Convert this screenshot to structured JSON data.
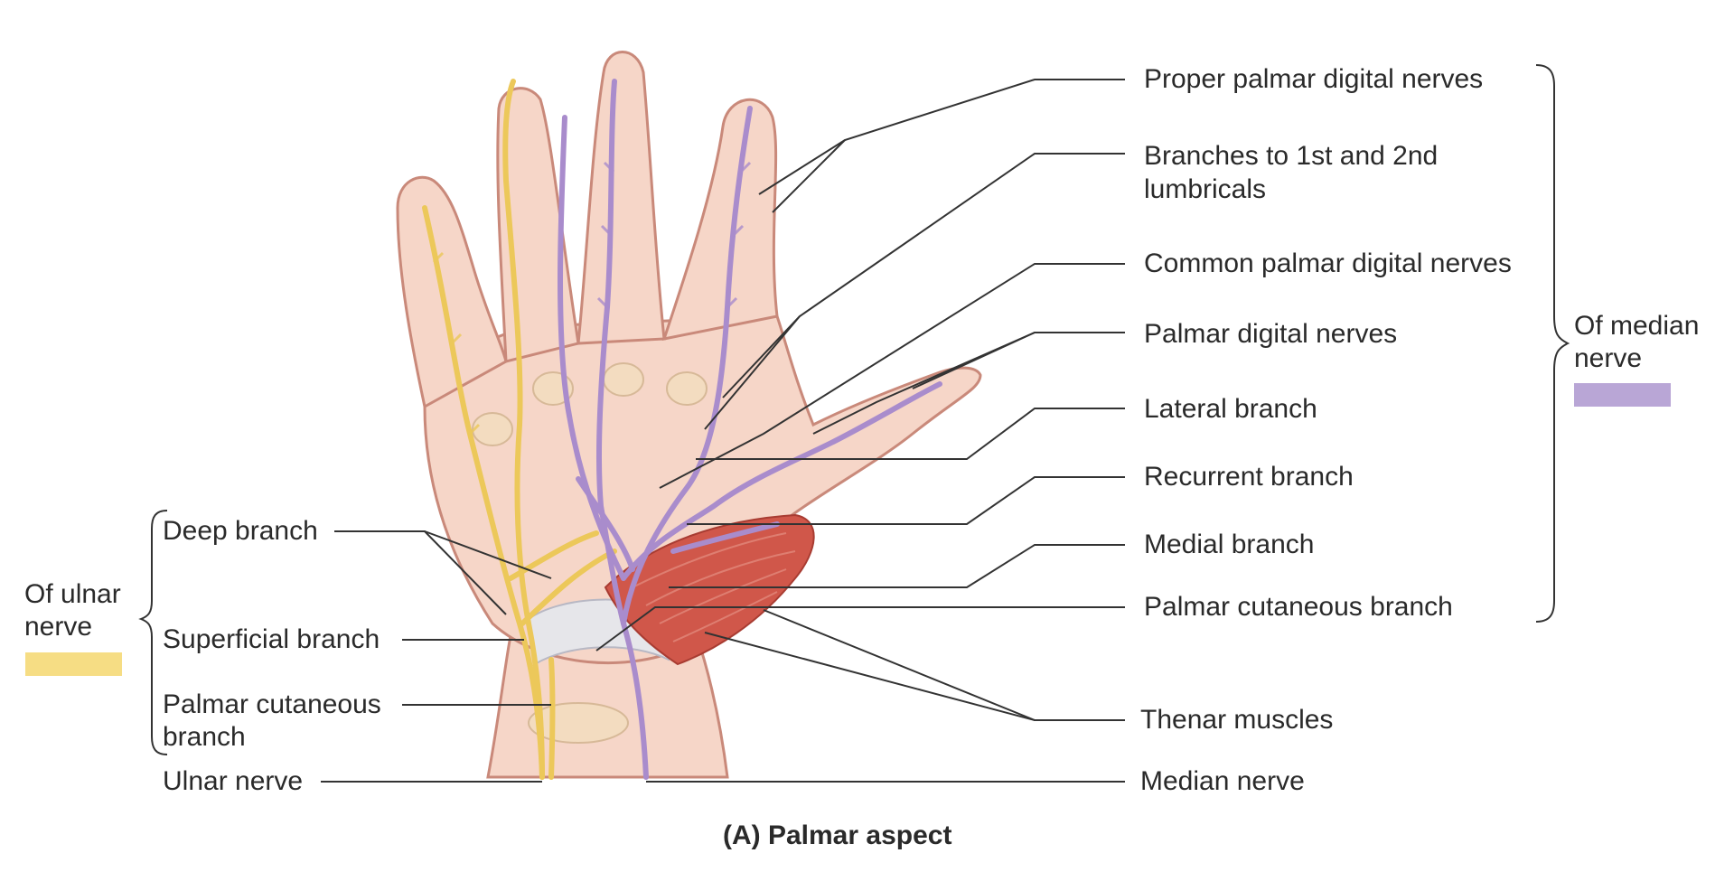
{
  "caption": "(A) Palmar aspect",
  "groups": {
    "median": {
      "label_line1": "Of median",
      "label_line2": "nerve",
      "color": "#b9a6d6"
    },
    "ulnar": {
      "label_line1": "Of ulnar",
      "label_line2": "nerve",
      "color": "#f6dd84"
    }
  },
  "labels_right": {
    "proper_palmar_digital": "Proper palmar digital nerves",
    "branches_lumbricals_1": "Branches to 1st and 2nd",
    "branches_lumbricals_2": "lumbricals",
    "common_palmar_digital": "Common palmar digital nerves",
    "palmar_digital": "Palmar digital nerves",
    "lateral_branch": "Lateral branch",
    "recurrent_branch": "Recurrent branch",
    "medial_branch": "Medial branch",
    "palmar_cutaneous_branch": "Palmar cutaneous branch",
    "thenar_muscles": "Thenar muscles",
    "median_nerve": "Median nerve"
  },
  "labels_left": {
    "deep_branch": "Deep branch",
    "superficial_branch": "Superficial branch",
    "palmar_cutaneous_1": "Palmar cutaneous",
    "palmar_cutaneous_2": "branch",
    "ulnar_nerve": "Ulnar nerve"
  },
  "colors": {
    "skin": "#f6d6c8",
    "skin_outline": "#c9897a",
    "bone": "#f3dcc0",
    "tendon": "#e6e6ea",
    "muscle": "#d0574a",
    "median_nerve": "#a98ccc",
    "ulnar_nerve": "#ecc85a",
    "leader": "#333333"
  }
}
